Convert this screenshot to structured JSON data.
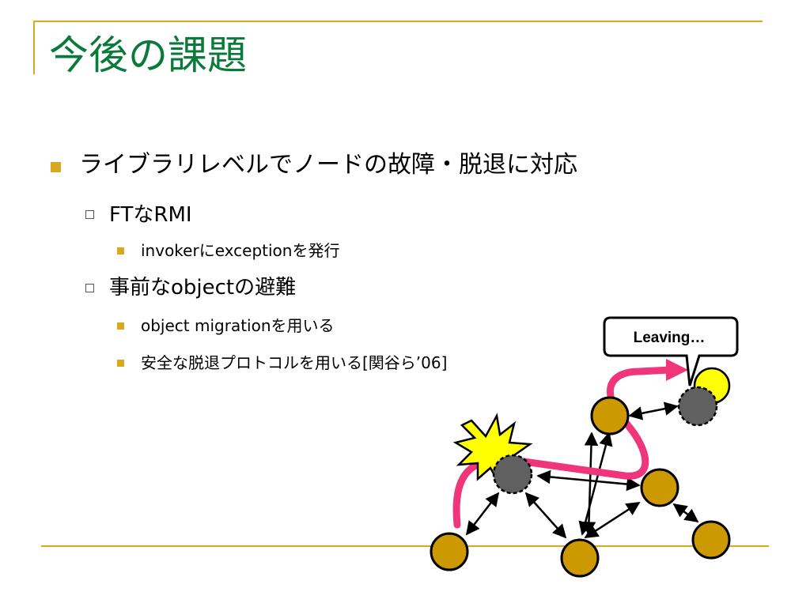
{
  "slide": {
    "title": "今後の課題",
    "bullets": {
      "main": "ライブラリレベルでノードの故障・脱退に対応",
      "ft_rmi": "FTなRMI",
      "invoker": "invokerにexceptionを発行",
      "evacuate": "事前なobjectの避難",
      "migration": "object migrationを用いる",
      "protocol": "安全な脱退プロトコルを用いる[関谷ら’06]"
    }
  },
  "diagram": {
    "callout_text": "Leaving…",
    "colors": {
      "node": "#cc9900",
      "failed_node": "#606060",
      "path": "#f0367a",
      "explosion": "#ffff00",
      "leaving_halo": "#ffff00",
      "accent_line": "#d9a81f",
      "title": "#0a7a3a"
    }
  }
}
